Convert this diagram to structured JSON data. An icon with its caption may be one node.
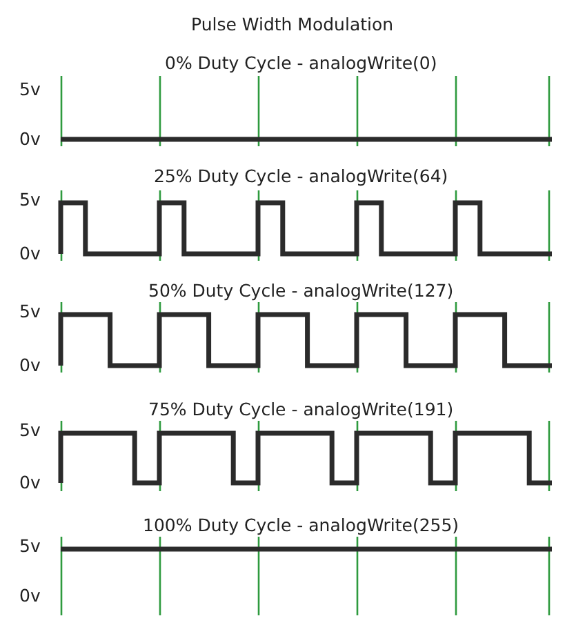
{
  "diagram": {
    "title": "Pulse Width Modulation",
    "labels": [
      "0% Duty Cycle - analogWrite(0)",
      "5v",
      "0v",
      "25% Duty Cycle - analogWrite(64)",
      "5v",
      "0v",
      "50% Duty Cycle - analogWrite(127)",
      "5v",
      "0v",
      "75% Duty Cycle - analogWrite(191)",
      "5v",
      "0v",
      "100% Duty Cycle - analogWrite(255)",
      "5v",
      "0v"
    ]
  }
}
